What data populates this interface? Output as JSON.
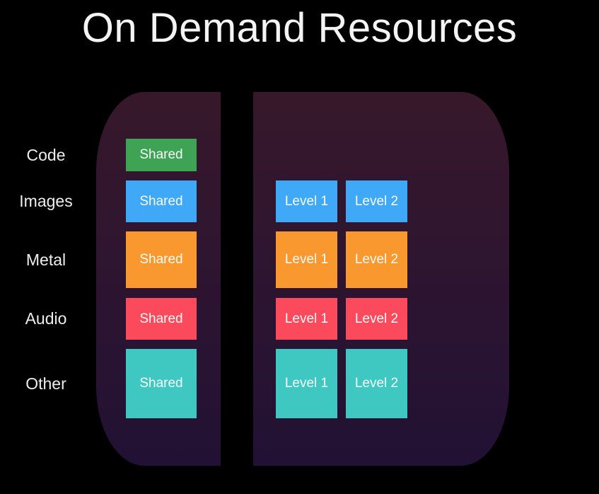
{
  "title": "On Demand Resources",
  "colors": {
    "background": "#000000",
    "panel_gradient_top": "#37182a",
    "panel_gradient_bottom": "#221134",
    "title_text": "#f4f4f4",
    "label_text": "#ededed",
    "box_text": "#ffffff"
  },
  "rows": [
    {
      "label": "Code",
      "color": "#3fa355",
      "shared": "Shared",
      "levels": []
    },
    {
      "label": "Images",
      "color": "#3fa9f8",
      "shared": "Shared",
      "levels": [
        "Level 1",
        "Level 2"
      ]
    },
    {
      "label": "Metal",
      "color": "#f8982f",
      "shared": "Shared",
      "levels": [
        "Level 1",
        "Level 2"
      ]
    },
    {
      "label": "Audio",
      "color": "#fa4a5c",
      "shared": "Shared",
      "levels": [
        "Level 1",
        "Level 2"
      ]
    },
    {
      "label": "Other",
      "color": "#3fc8c2",
      "shared": "Shared",
      "levels": [
        "Level 1",
        "Level 2"
      ]
    }
  ]
}
